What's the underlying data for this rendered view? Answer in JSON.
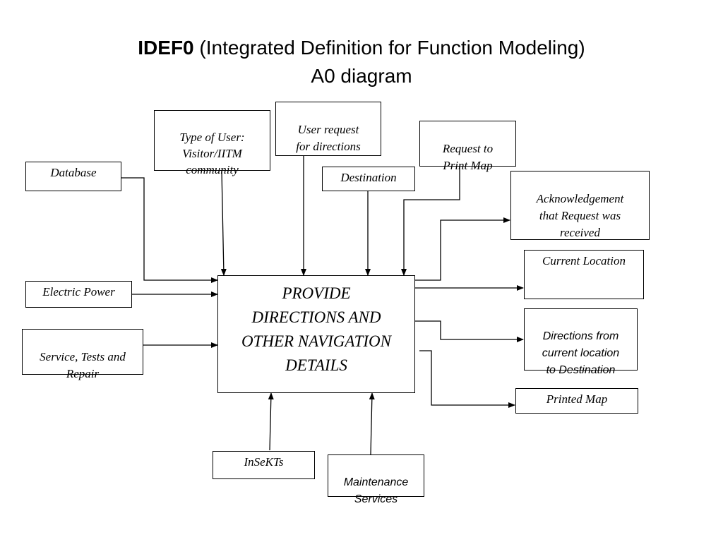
{
  "title": {
    "bold": "IDEF0",
    "rest": " (Integrated Definition for Function Modeling)",
    "line2": "A0 diagram"
  },
  "function": {
    "label": "PROVIDE\nDIRECTIONS AND\nOTHER NAVIGATION\nDETAILS"
  },
  "inputs": {
    "database": "Database",
    "electric_power": "Electric Power",
    "service": "Service, Tests and\nRepair"
  },
  "controls": {
    "type_of_user": "Type of User:\nVisitor/IITM\ncommunity",
    "user_request": "User request\nfor directions",
    "destination": "Destination",
    "request_print": "Request to\nPrint Map"
  },
  "outputs": {
    "acknowledgement": "Acknowledgement\nthat Request was\nreceived",
    "current_location": "Current Location",
    "directions": "Directions from\ncurrent location\nto Destination",
    "printed_map": "Printed Map"
  },
  "mechanisms": {
    "insekts": "InSeKTs",
    "maintenance": "Maintenance\nServices"
  }
}
